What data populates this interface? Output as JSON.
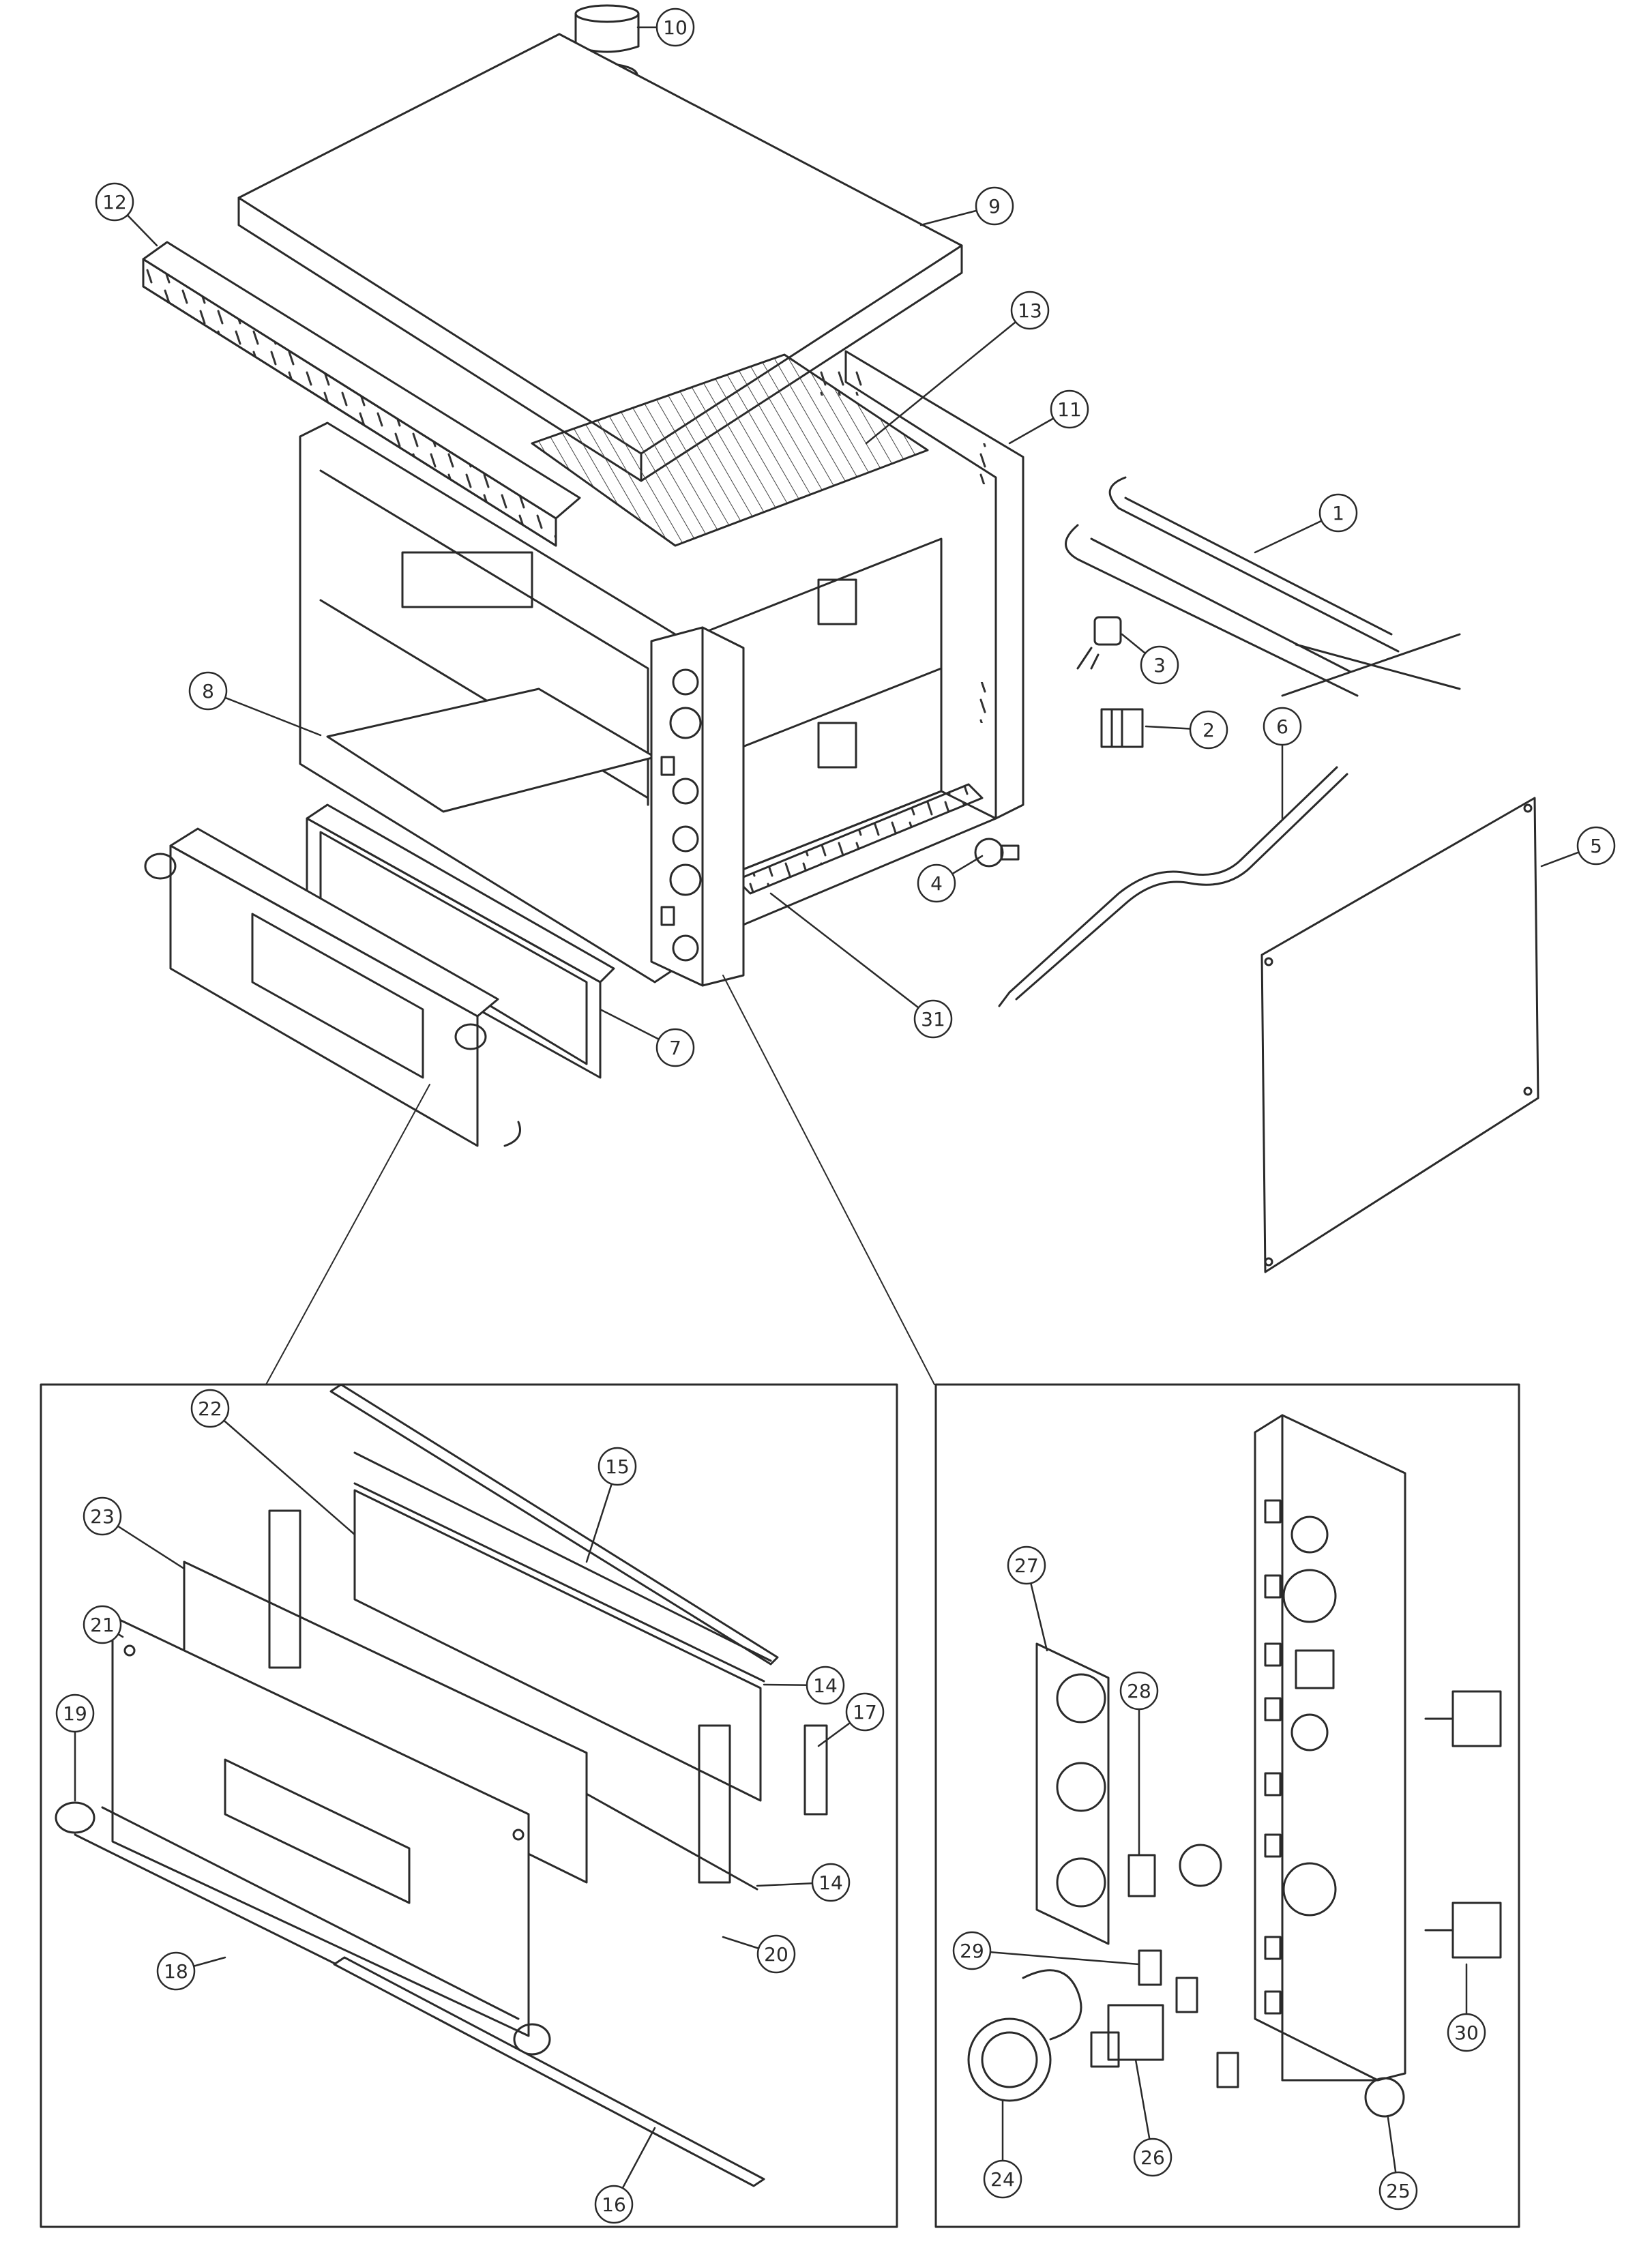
{
  "callouts": {
    "c1": "1",
    "c2": "2",
    "c3": "3",
    "c4": "4",
    "c5": "5",
    "c6": "6",
    "c7": "7",
    "c8": "8",
    "c9": "9",
    "c10": "10",
    "c11": "11",
    "c12": "12",
    "c13": "13",
    "c14a": "14",
    "c14b": "14",
    "c15": "15",
    "c16": "16",
    "c17": "17",
    "c18": "18",
    "c19": "19",
    "c20": "20",
    "c21": "21",
    "c22": "22",
    "c23": "23",
    "c24": "24",
    "c25": "25",
    "c26": "26",
    "c27": "27",
    "c28": "28",
    "c29": "29",
    "c30": "30",
    "c31": "31"
  },
  "colors": {
    "ink": "#2a2a2a",
    "paper": "#ffffff",
    "shade": "#e6e6e6"
  }
}
